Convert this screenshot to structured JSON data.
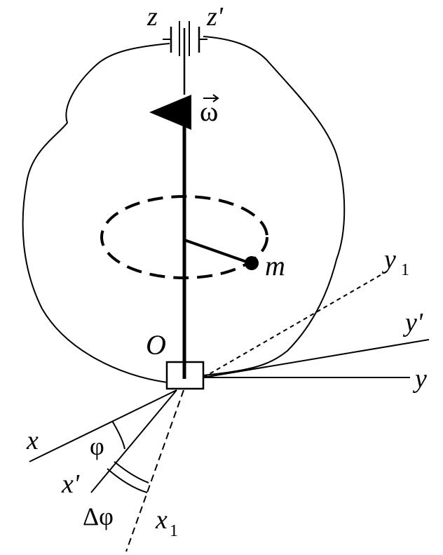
{
  "labels": {
    "z": "z",
    "z_prime": "z'",
    "omega": "ω",
    "mass": "m",
    "origin": "O",
    "x": "x",
    "x_prime": "x'",
    "x1": "x",
    "x1_sub": "1",
    "y": "y",
    "y_prime": "y'",
    "y1": "y",
    "y1_sub": "1",
    "phi": "φ",
    "delta_phi": "Δφ"
  },
  "colors": {
    "ink": "#000000",
    "background": "#ffffff"
  }
}
